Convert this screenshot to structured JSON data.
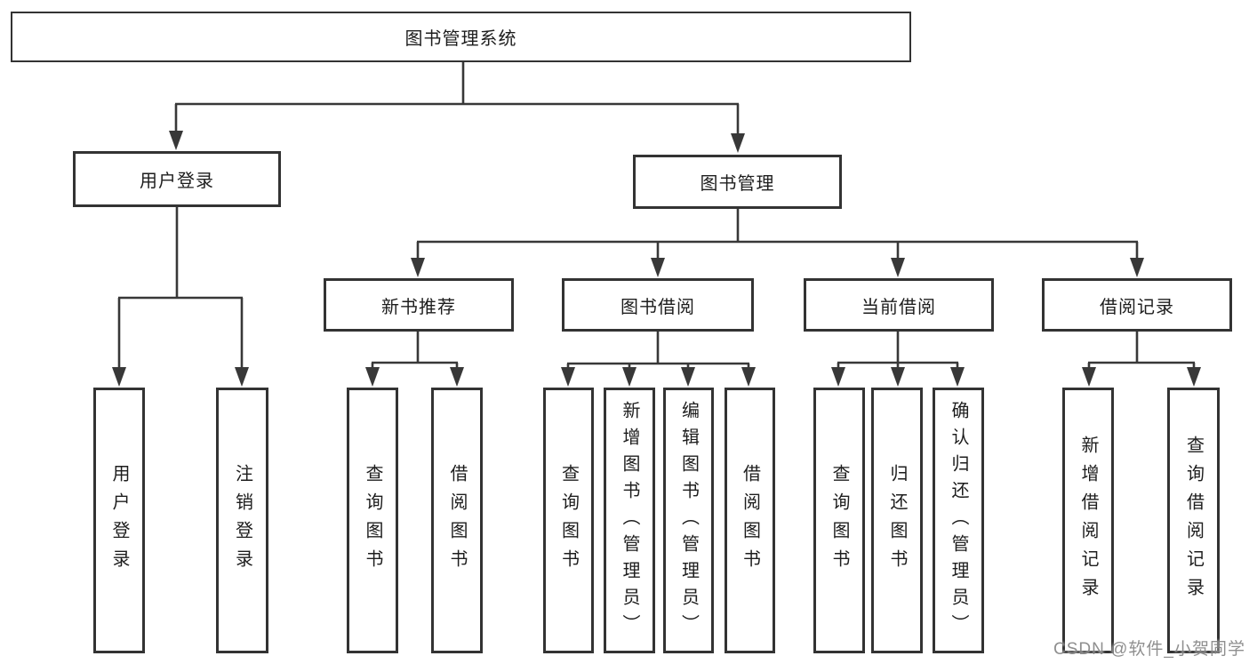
{
  "diagram": {
    "title": "图书管理系统",
    "root": {
      "label": "图书管理系统"
    },
    "level2": [
      {
        "id": "user-login",
        "label": "用户登录"
      },
      {
        "id": "book-management",
        "label": "图书管理"
      }
    ],
    "level3": [
      {
        "id": "new-book-recommend",
        "label": "新书推荐"
      },
      {
        "id": "book-borrowing",
        "label": "图书借阅"
      },
      {
        "id": "current-borrowing",
        "label": "当前借阅"
      },
      {
        "id": "borrow-records",
        "label": "借阅记录"
      }
    ],
    "leaves": [
      {
        "id": "user-login",
        "label": "用户登录",
        "parent": "用户登录"
      },
      {
        "id": "logout",
        "label": "注销登录",
        "parent": "用户登录"
      },
      {
        "id": "query-books-recommend",
        "label": "查询图书",
        "parent": "新书推荐"
      },
      {
        "id": "borrow-books-recommend",
        "label": "借阅图书",
        "parent": "新书推荐"
      },
      {
        "id": "query-books-borrowing",
        "label": "查询图书",
        "parent": "图书借阅"
      },
      {
        "id": "add-books-admin",
        "label": "新增图书（管理员）",
        "parent": "图书借阅"
      },
      {
        "id": "edit-books-admin",
        "label": "编辑图书（管理员）",
        "parent": "图书借阅"
      },
      {
        "id": "borrow-books-borrowing",
        "label": "借阅图书",
        "parent": "图书借阅"
      },
      {
        "id": "query-books-current",
        "label": "查询图书",
        "parent": "当前借阅"
      },
      {
        "id": "return-books",
        "label": "归还图书",
        "parent": "当前借阅"
      },
      {
        "id": "confirm-return-admin",
        "label": "确认归还（管理员）",
        "parent": "当前借阅"
      },
      {
        "id": "add-borrow-record",
        "label": "新增借阅记录",
        "parent": "借阅记录"
      },
      {
        "id": "query-borrow-record",
        "label": "查询借阅记录",
        "parent": "借阅记录"
      }
    ]
  },
  "watermark": {
    "text": "CSDN @软件_小贺同学"
  },
  "colors": {
    "line": "#383838",
    "box_border": "#333333",
    "box_fill": "#ffffff",
    "text": "#1d1d1d",
    "watermark": "#808080",
    "background": "#ffffff"
  }
}
